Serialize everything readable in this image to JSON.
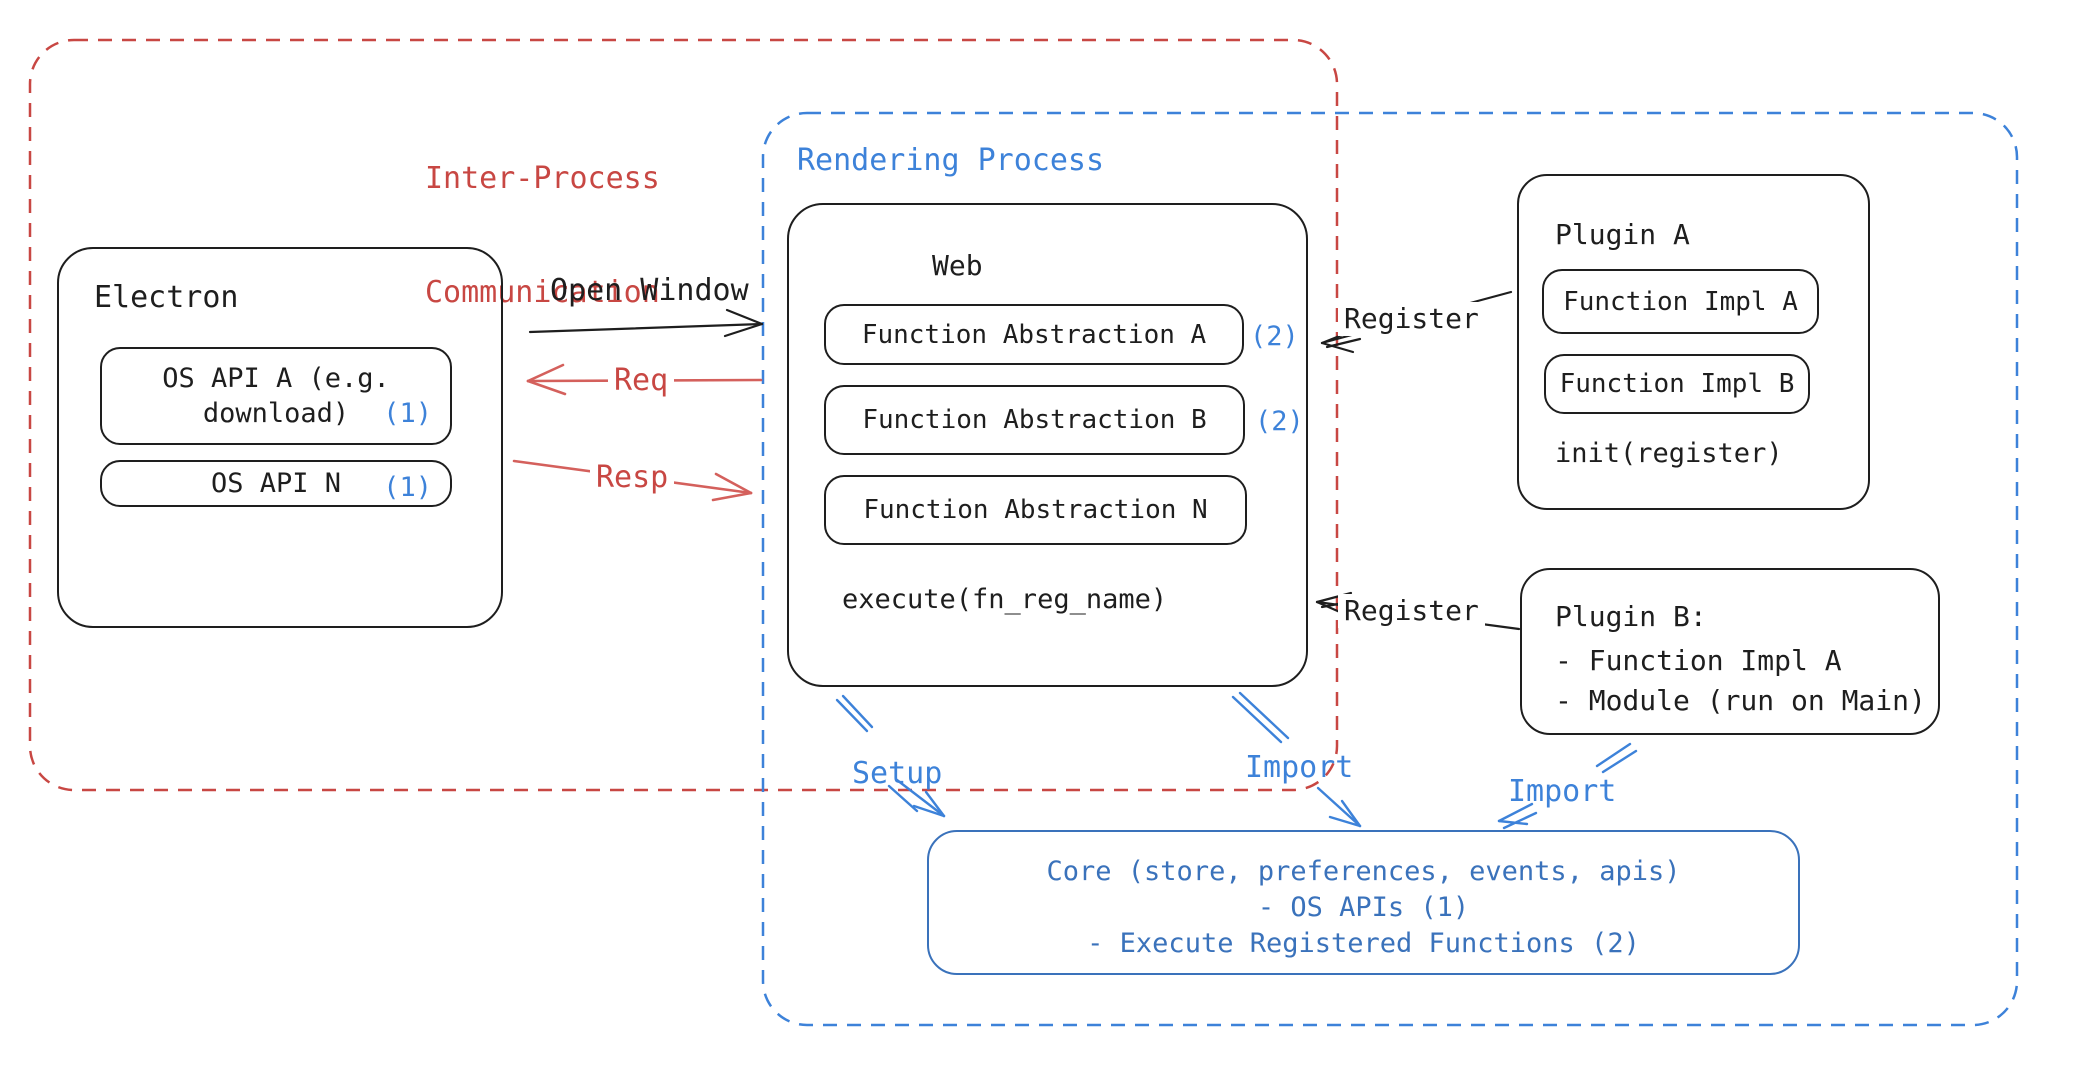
{
  "ipc_region": {
    "line1": "Inter-Process",
    "line2": "Communication"
  },
  "rendering_region": {
    "label": "Rendering Process"
  },
  "electron": {
    "title": "Electron",
    "api_a_line1": "OS API A (e.g.",
    "api_a_line2": "download)",
    "api_a_badge": "(1)",
    "api_n": "OS API N",
    "api_n_badge": "(1)"
  },
  "web": {
    "title": "Web",
    "fa_a": "Function Abstraction A",
    "fa_a_badge": "(2)",
    "fa_b": "Function Abstraction B",
    "fa_b_badge": "(2)",
    "fa_n": "Function Abstraction N",
    "execute": "execute(fn_reg_name)"
  },
  "plugin_a": {
    "title": "Plugin A",
    "impl_a": "Function Impl A",
    "impl_b": "Function Impl B",
    "init": "init(register)"
  },
  "plugin_b": {
    "title": "Plugin B:",
    "item1": "- Function Impl A",
    "item2": "- Module (run on Main)"
  },
  "core": {
    "line1": "Core (store, preferences, events, apis)",
    "line2": "- OS APIs (1)",
    "line3": "- Execute Registered Functions (2)"
  },
  "arrows": {
    "open_window": "Open Window",
    "req": "Req",
    "resp": "Resp",
    "register_a": "Register",
    "register_b": "Register",
    "setup": "Setup",
    "import_web": "Import",
    "import_plugin": "Import"
  },
  "colors": {
    "ink": "#1e1e1e",
    "red": "#c84743",
    "red_light": "#d4605c",
    "blue": "#3d82d9",
    "core_blue": "#3a72bb"
  }
}
